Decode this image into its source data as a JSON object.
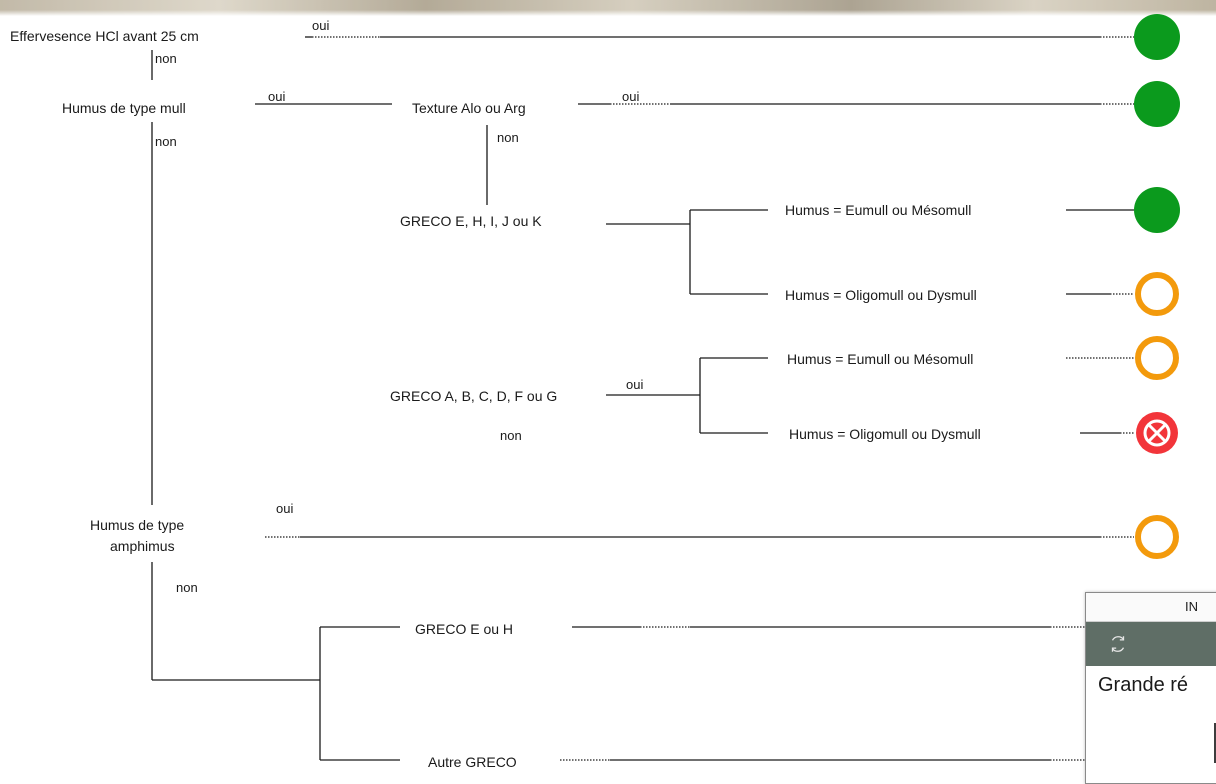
{
  "nodes": {
    "q1": "Effervesence HCl avant 25 cm",
    "q2": "Humus de type mull",
    "q3": "Texture Alo ou Arg",
    "q4": "GRECO E, H, I, J ou K",
    "q5": "GRECO A, B, C, D, F ou G",
    "q6_line1": "Humus de type",
    "q6_line2": "amphimus",
    "q7": "GRECO E ou H",
    "q8": "Autre GRECO",
    "h1": "Humus = Eumull ou Mésomull",
    "h2": "Humus = Oligomull ou Dysmull",
    "h3": "Humus = Eumull ou Mésomull",
    "h4": "Humus = Oligomull ou Dysmull"
  },
  "edges": {
    "yes": "oui",
    "no": "non"
  },
  "outcomes": [
    {
      "type": "favorable",
      "color": "#0b9a1d"
    },
    {
      "type": "favorable",
      "color": "#0b9a1d"
    },
    {
      "type": "favorable",
      "color": "#0b9a1d"
    },
    {
      "type": "moderate",
      "color": "#f39a0c"
    },
    {
      "type": "moderate",
      "color": "#f39a0c"
    },
    {
      "type": "unfavorable",
      "color": "#f2353a"
    },
    {
      "type": "moderate",
      "color": "#f39a0c"
    }
  ],
  "panel": {
    "header": "IN",
    "refresh_icon": "refresh-icon",
    "body_text": "Grande ré",
    "toolbar_color": "#5f6e66"
  }
}
